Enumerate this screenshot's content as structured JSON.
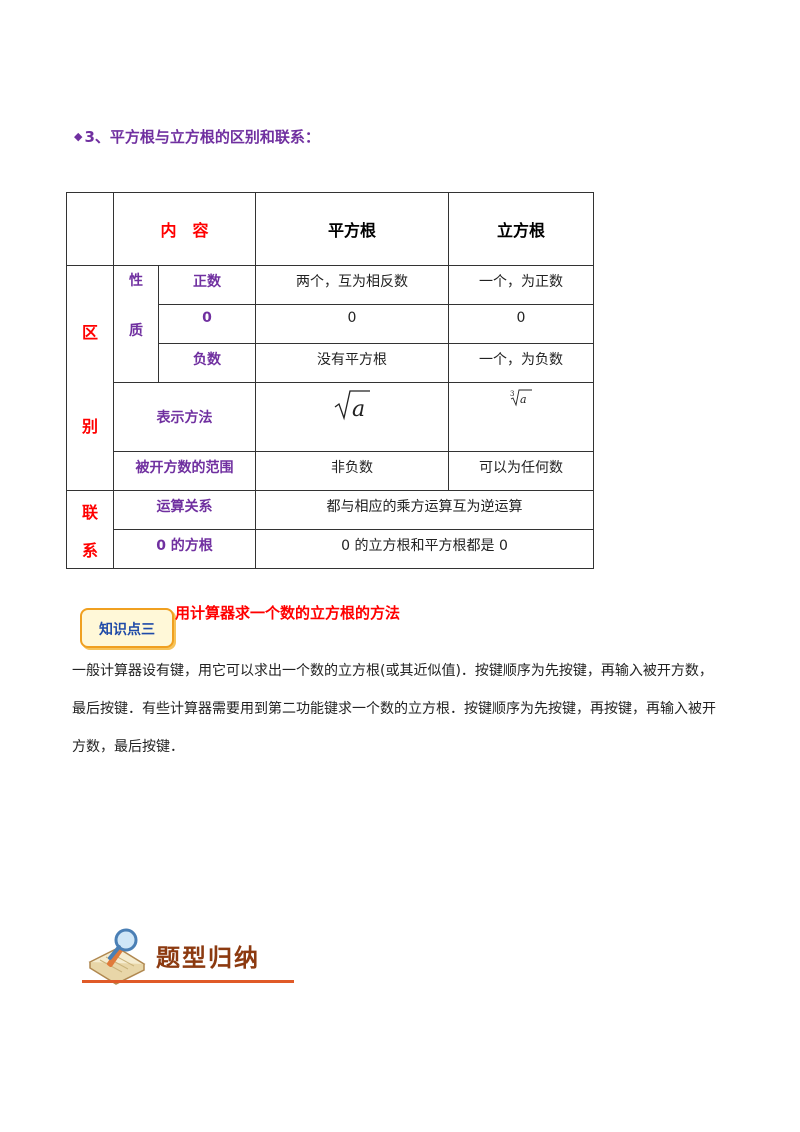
{
  "heading": {
    "bullet": "◆",
    "text": "3、平方根与立方根的区别和联系："
  },
  "table": {
    "header": {
      "content": "内　容",
      "square": "平方根",
      "cube": "立方根"
    },
    "section_diff": {
      "char1": "区",
      "char2": "别"
    },
    "section_link": {
      "char1": "联",
      "char2": "系"
    },
    "nature": {
      "char1": "性",
      "char2": "质"
    },
    "rows": {
      "positive": {
        "label": "正数",
        "square": "两个，互为相反数",
        "cube": "一个，为正数"
      },
      "zero": {
        "label": "0",
        "square": "0",
        "cube": "0"
      },
      "negative": {
        "label": "负数",
        "square": "没有平方根",
        "cube": "一个，为负数"
      },
      "notation": {
        "label": "表示方法",
        "square_var": "a",
        "cube_index": "3",
        "cube_var": "a"
      },
      "range": {
        "label": "被开方数的范围",
        "square": "非负数",
        "cube": "可以为任何数"
      },
      "operation": {
        "label": "运算关系",
        "value": "都与相应的乘方运算互为逆运算"
      },
      "zero_root": {
        "label": "0 的方根",
        "value": "0 的立方根和平方根都是 0"
      }
    }
  },
  "knowledge_point": {
    "badge": "知识点三",
    "title": "用计算器求一个数的立方根的方法"
  },
  "paragraph": {
    "line1": "一般计算器设有键，用它可以求出一个数的立方根(或其近似值)．按键顺序为先按键，再输入被开方数，",
    "line2": "最后按键．有些计算器需要用到第二功能键求一个数的立方根．按键顺序为先按键，再按键，再输入被开",
    "line3": "方数，最后按键．"
  },
  "banner": {
    "title": "题型归纳"
  },
  "colors": {
    "purple": "#7030a0",
    "red": "#ff0000",
    "badge_border": "#f0a020",
    "banner_text": "#8c3a10",
    "banner_line": "#e05a28"
  }
}
